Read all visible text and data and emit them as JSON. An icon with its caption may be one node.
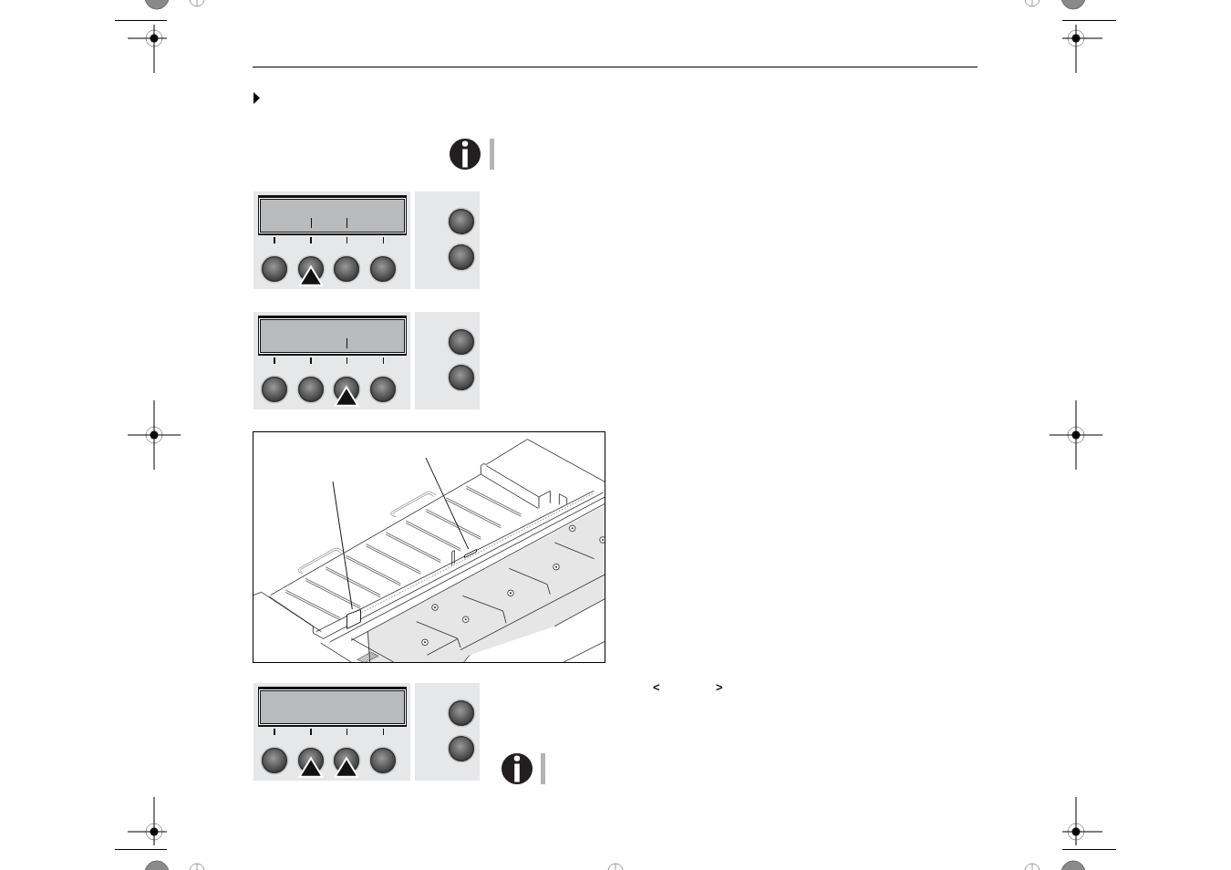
{
  "diagram": {
    "nodes": [
      {
        "text": [],
        "shape": "box"
      },
      {
        "text": [],
        "shape": "bar"
      }
    ],
    "edges": [
      {
        "from": null,
        "to": 0,
        "arrow": "none"
      },
      {
        "from": null,
        "to": 1,
        "arrow": "none"
      }
    ],
    "labels": [
      "<",
      ">"
    ]
  }
}
